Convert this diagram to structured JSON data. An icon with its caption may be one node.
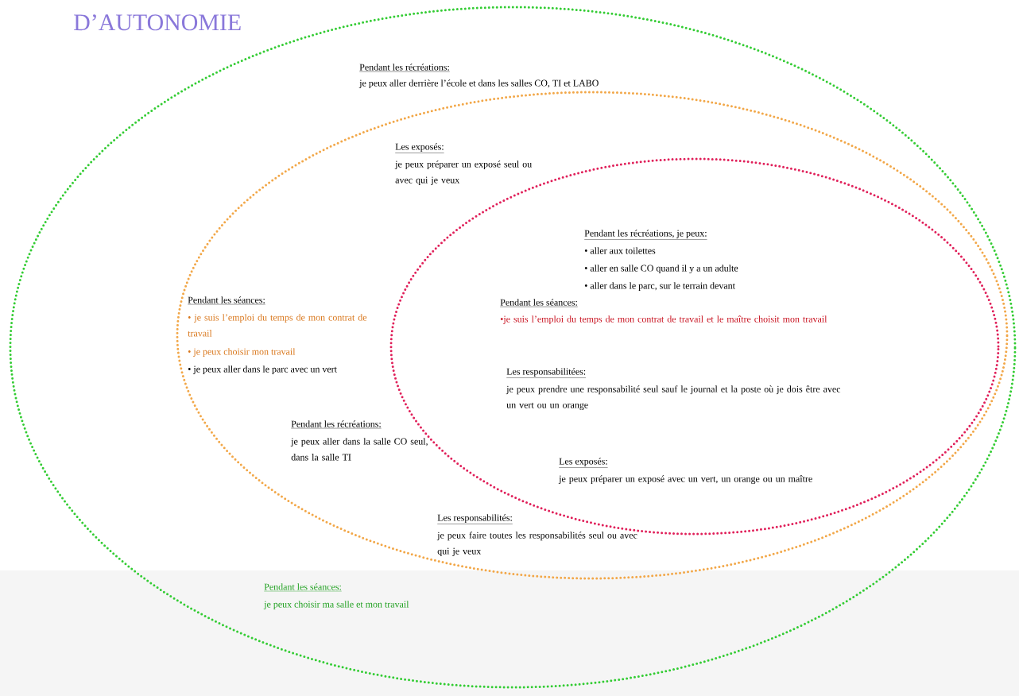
{
  "diagram": {
    "title": "D’AUTONOMIE",
    "nodes": [
      {
        "text": [
          "Pendant les récréations:",
          "je peux aller derrière l’école et dans les salles CO, TI et LABO",
          "Pendant les séances:",
          "je peux choisir ma salle et mon travail"
        ]
      },
      {
        "text": [
          "Les exposés:",
          "je peux préparer un exposé seul ou avec qui je veux",
          "Pendant les séances:",
          "• je suis l’emploi du temps de mon contrat de travail",
          "• je peux choisir mon travail",
          "• je peux aller dans le parc avec un vert",
          "Pendant les récréations:",
          "je peux aller dans la salle CO seul, dans la salle TI",
          "Les responsabilités:",
          "je peux faire toutes les responsabilités seul ou avec qui je veux"
        ],
        "in": 0
      },
      {
        "text": [
          "Pendant les récréations, je peux:",
          "• aller aux toilettes",
          "• aller en salle CO quand il y a un adulte",
          "• aller dans le parc, sur le terrain devant",
          "Pendant les séances:",
          "•je suis l’emploi du temps de mon contrat de travail et le maître choisit mon travail",
          "Les responsabilitées:",
          "je peux prendre une responsabilité seul sauf le journal et la poste où je dois être avec un vert ou un orange",
          "Les exposés:",
          "je peux préparer un exposé avec un vert, un orange ou un maître"
        ],
        "in": 1
      }
    ]
  }
}
